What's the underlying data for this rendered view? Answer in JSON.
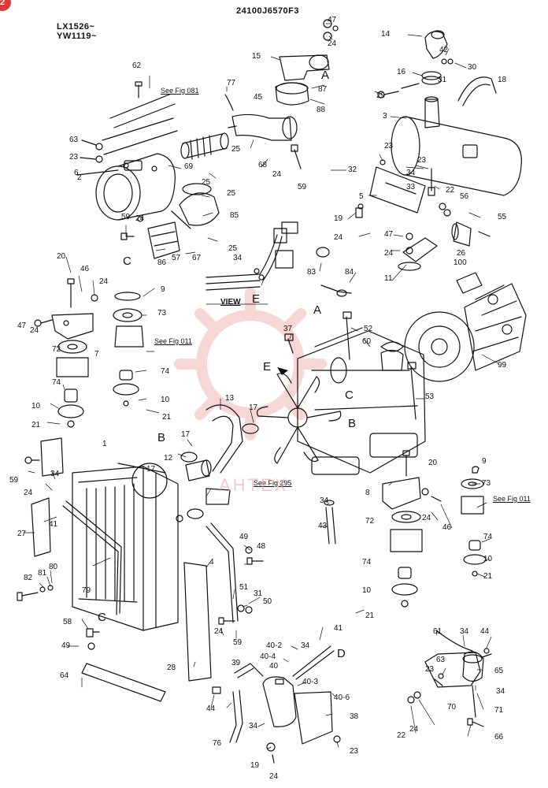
{
  "header": {
    "part_number": "24100J6570F3",
    "serial_line_1": "LX1526~",
    "serial_line_2": "YW1119~"
  },
  "badge": "2",
  "watermark": {
    "text": "АНТЕХ",
    "color": "#e8a0a0"
  },
  "references": {
    "fig_081": "See Fig 081",
    "fig_011_left": "See Fig 011",
    "fig_011_right": "See Fig 011",
    "fig_295": "See Fig 295"
  },
  "view_label": "VIEW",
  "view_letter": "E",
  "section_letters": {
    "A1": "A",
    "A2": "A",
    "B1": "B",
    "B2": "B",
    "C1": "C",
    "C2": "C",
    "C3": "C",
    "D": "D",
    "E": "E"
  },
  "callouts": [
    "47",
    "24",
    "14",
    "42",
    "30",
    "16",
    "31",
    "18",
    "29",
    "3",
    "15",
    "87",
    "45",
    "88",
    "62",
    "77",
    "63",
    "23",
    "6",
    "2",
    "69",
    "25",
    "25",
    "68",
    "24",
    "59",
    "23",
    "32",
    "23",
    "34",
    "33",
    "5",
    "22",
    "56",
    "55",
    "19",
    "24",
    "47",
    "24",
    "26",
    "100",
    "25",
    "85",
    "59",
    "24",
    "25",
    "86",
    "57",
    "67",
    "34",
    "84",
    "83",
    "11",
    "20",
    "46",
    "24",
    "9",
    "73",
    "47",
    "24",
    "72",
    "7",
    "74",
    "10",
    "21",
    "37",
    "52",
    "60",
    "99",
    "53",
    "74",
    "10",
    "21",
    "13",
    "17",
    "1",
    "12",
    "17",
    "59",
    "34",
    "24",
    "27",
    "41",
    "17",
    "20",
    "9",
    "73",
    "8",
    "24",
    "46",
    "72",
    "74",
    "10",
    "34",
    "43",
    "21",
    "49",
    "48",
    "4",
    "51",
    "31",
    "50",
    "82",
    "81",
    "80",
    "79",
    "58",
    "49",
    "24",
    "59",
    "28",
    "64",
    "41",
    "61",
    "34",
    "44",
    "40-2",
    "34",
    "63",
    "40-4",
    "23",
    "65",
    "40",
    "39",
    "40-3",
    "34",
    "70",
    "71",
    "44",
    "40-6",
    "22",
    "24",
    "34",
    "38",
    "76",
    "23",
    "66",
    "19",
    "24",
    "74",
    "10",
    "21"
  ]
}
